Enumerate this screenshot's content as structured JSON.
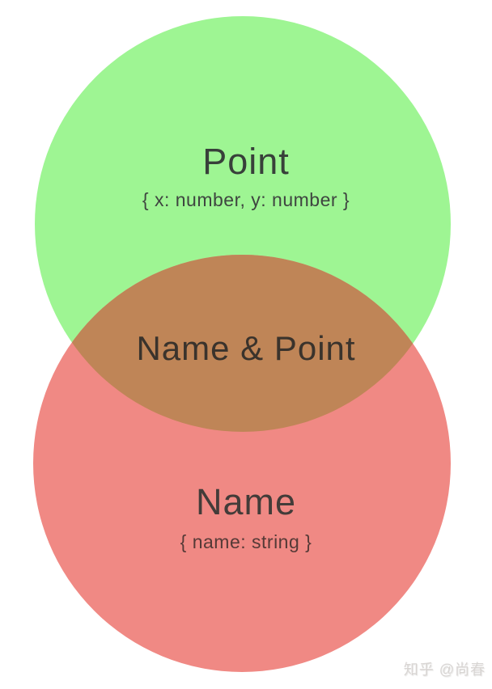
{
  "diagram": {
    "type": "venn",
    "sets": {
      "point": {
        "title": "Point",
        "subtitle": "{ x: number, y: number }"
      },
      "name": {
        "title": "Name",
        "subtitle": "{ name: string }"
      },
      "intersection": {
        "title": "Name & Point"
      }
    },
    "colors": {
      "point_fill": "#9EF593",
      "name_fill": "#F08984",
      "intersection_fill": "#BF8557"
    },
    "watermark": "知乎 @尚春"
  }
}
